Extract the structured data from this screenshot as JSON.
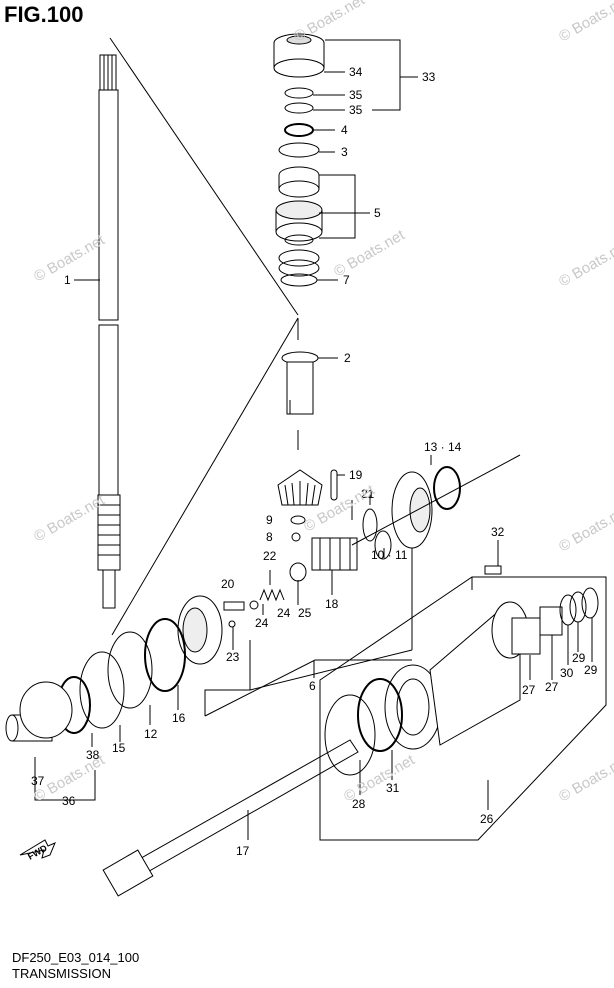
{
  "figure_title": "FIG.100",
  "footer": {
    "model_code": "DF250_E03_014_100",
    "section": "TRANSMISSION"
  },
  "watermark": "© Boats.net",
  "fwd_label": "FWD",
  "callouts": [
    "1",
    "2",
    "3",
    "4",
    "5",
    "6",
    "7",
    "8",
    "9",
    "10 · 11",
    "12",
    "13 · 14",
    "15",
    "16",
    "17",
    "18",
    "19",
    "20",
    "21",
    "22",
    "23",
    "24",
    "24",
    "25",
    "26",
    "27",
    "27",
    "28",
    "29",
    "29",
    "30",
    "31",
    "32",
    "33",
    "34",
    "35",
    "35",
    "36",
    "37",
    "38"
  ]
}
